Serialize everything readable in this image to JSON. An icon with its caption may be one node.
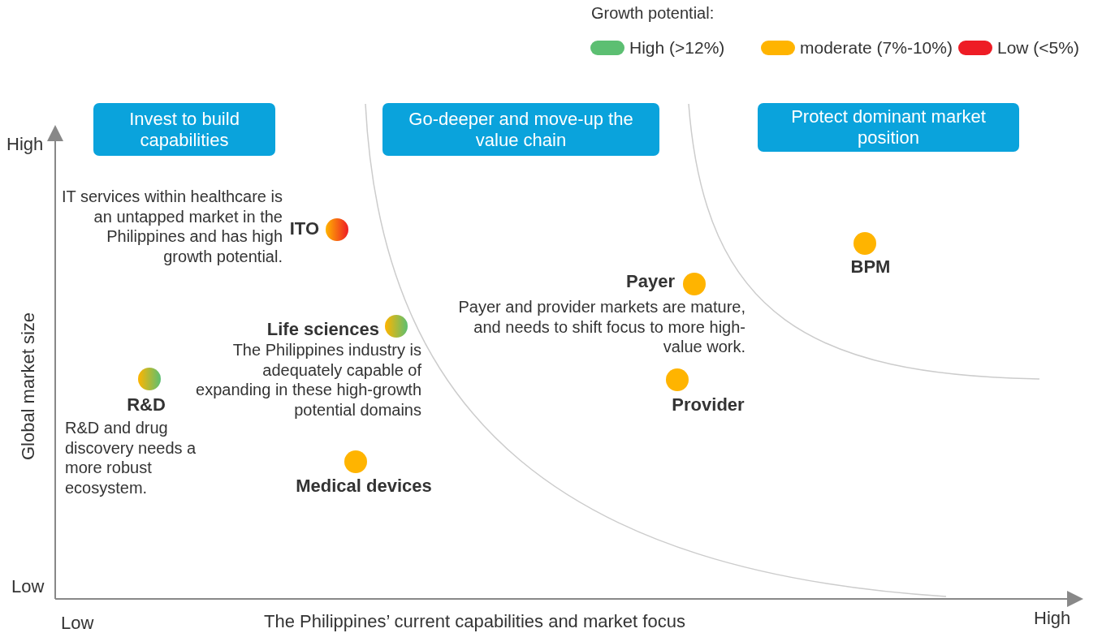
{
  "diagram": {
    "nodes": [
      {
        "text": [
          "Invest to build capabilities"
        ]
      },
      {
        "text": [
          "Go-deeper and move-up the value chain"
        ]
      },
      {
        "text": [
          "Protect dominant market position"
        ]
      },
      {
        "text": [],
        "shape": "circle",
        "beside": [
          "ITO",
          "IT services within healthcare is an untapped market in the Philippines and has high growth potential."
        ]
      },
      {
        "text": [],
        "shape": "circle",
        "beside": [
          "Life sciences",
          "The Philippines industry is adequately capable of expanding in these high-growth potential domains"
        ]
      },
      {
        "text": [],
        "shape": "circle",
        "beside": [
          "R&D",
          "R&D and drug discovery needs a more robust ecosystem."
        ]
      },
      {
        "text": [],
        "shape": "circle",
        "beside": [
          "Medical devices"
        ]
      },
      {
        "text": [],
        "shape": "circle",
        "beside": [
          "Payer",
          "Payer and provider markets are mature, and needs to shift focus to more high-value work."
        ]
      },
      {
        "text": [],
        "shape": "circle",
        "beside": [
          "Provider"
        ]
      },
      {
        "text": [],
        "shape": "circle",
        "beside": [
          "BPM"
        ]
      }
    ],
    "edges": [],
    "labels": [
      "Growth potential:",
      "High",
      "Global market size",
      "Low",
      "Low",
      "The Philippines’ current capabilities and market focus",
      "High"
    ],
    "legend": [
      {
        "text": "High (>12%)",
        "color": "#5cbf72"
      },
      {
        "text": "moderate (7%-10%)",
        "color": "#ffb400"
      },
      {
        "text": "Low (<5%)",
        "color": "#ee1c25"
      }
    ]
  }
}
